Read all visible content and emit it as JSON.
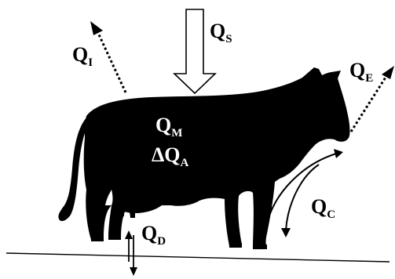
{
  "labels": {
    "solar": {
      "main": "Q",
      "sub": "S"
    },
    "infrared": {
      "main": "Q",
      "sub": "I"
    },
    "evaporative": {
      "main": "Q",
      "sub": "E"
    },
    "metabolic": {
      "main": "Q",
      "sub": "M"
    },
    "accumulated": {
      "main": "ΔQ",
      "sub": "A"
    },
    "convective": {
      "main": "Q",
      "sub": "C"
    },
    "conductive": {
      "main": "Q",
      "sub": "D"
    }
  },
  "colors": {
    "ink": "#000000",
    "background": "#ffffff"
  }
}
